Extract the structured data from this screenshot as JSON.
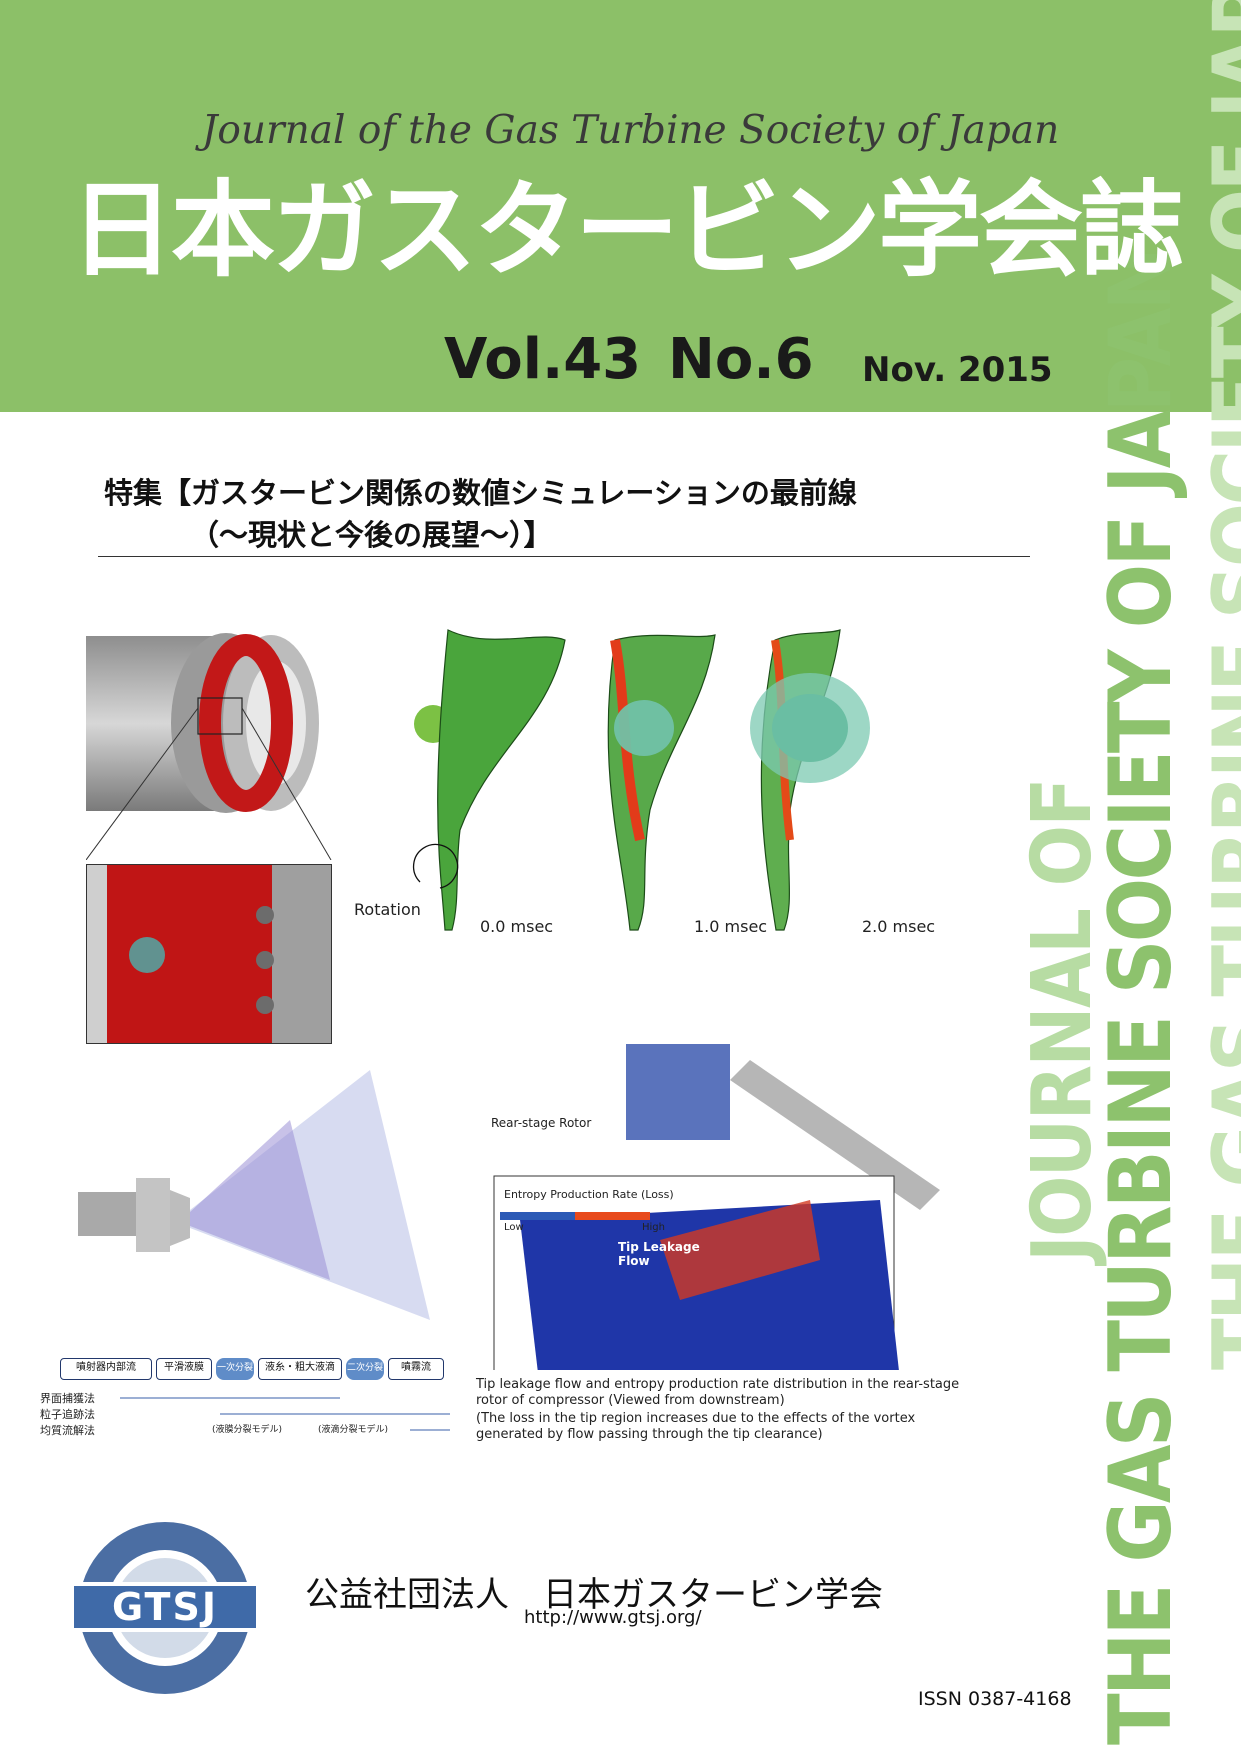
{
  "header": {
    "journal_en": "Journal of the Gas Turbine Society of Japan",
    "journal_ja": "日本ガスタービン学会誌",
    "volume": "Vol.43",
    "number": "No.6",
    "date": "Nov. 2015",
    "band_color": "#8cc068"
  },
  "spine": {
    "line1": "THE GAS TURBINE SOCIETY OF JAPAN",
    "line2": "JOURNAL OF",
    "line3": "THE GAS TURBINE SOCIETY OF JAPAN"
  },
  "feature": {
    "line1": "特集【ガスタービン関係の数値シミュレーションの最前線",
    "line2": "（～現状と今後の展望～）】"
  },
  "figure1": {
    "label_rotation": "Rotation",
    "t0": "0.0 msec",
    "t1": "1.0 msec",
    "t2": "2.0 msec"
  },
  "figure2": {
    "stages": [
      "噴射器内部流",
      "平滑液膜",
      "一次分裂",
      "液糸・粗大液滴",
      "二次分裂",
      "噴霧流"
    ],
    "methods": [
      "界面捕獲法",
      "粒子追跡法",
      "均質流解法"
    ],
    "model_labels": [
      "(液膜分裂モデル)",
      "(液滴分裂モデル)"
    ]
  },
  "figure3": {
    "rear_stage_rotor": "Rear-stage Rotor",
    "legend_title": "Entropy Production Rate (Loss)",
    "legend_low": "Low",
    "legend_high": "High",
    "tip_leakage": "Tip Leakage",
    "tip_leakage_2": "Flow",
    "caption1": "Tip leakage flow and entropy production rate distribution in the rear-stage",
    "caption2": "rotor of compressor (Viewed from downstream)",
    "caption3": "(The loss in the tip region increases due to the effects of the vortex",
    "caption4": "generated by flow passing through the tip clearance)"
  },
  "footer": {
    "logo_text": "GTSJ",
    "organization": "公益社団法人　日本ガスタービン学会",
    "url": "http://www.gtsj.org/",
    "issn": "ISSN 0387-4168"
  }
}
